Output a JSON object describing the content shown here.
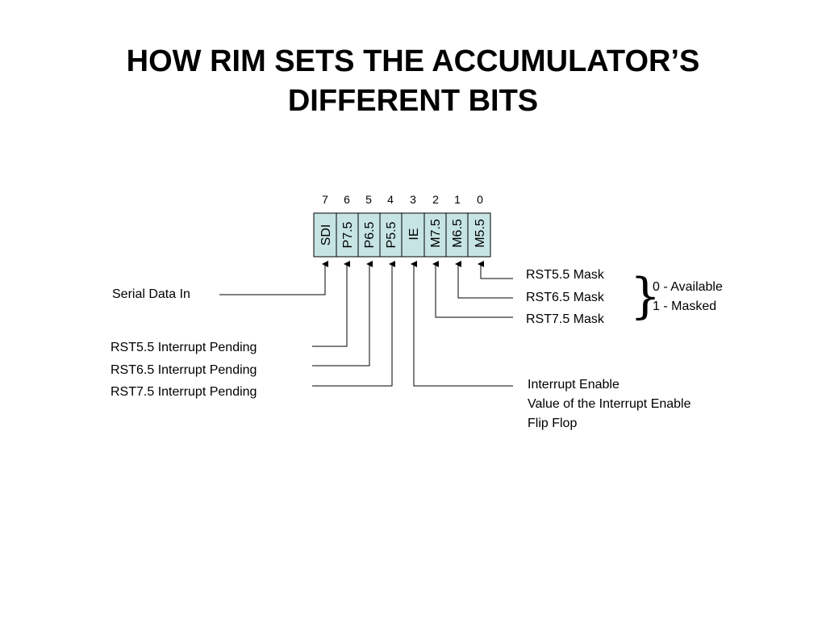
{
  "title": {
    "line1": "HOW RIM SETS THE ACCUMULATOR’S",
    "line2": "DIFFERENT BITS"
  },
  "register": {
    "bit_numbers": [
      "7",
      "6",
      "5",
      "4",
      "3",
      "2",
      "1",
      "0"
    ],
    "cells": [
      "SDI",
      "P7.5",
      "P6.5",
      "P5.5",
      "IE",
      "M7.5",
      "M6.5",
      "M5.5"
    ],
    "cell_fill": "#c6e4e4"
  },
  "labels": {
    "serial_data_in": "Serial Data In",
    "rst55_pending": "RST5.5 Interrupt Pending",
    "rst65_pending": "RST6.5 Interrupt Pending",
    "rst75_pending": "RST7.5 Interrupt Pending",
    "rst55_mask": "RST5.5 Mask",
    "rst65_mask": "RST6.5 Mask",
    "rst75_mask": "RST7.5 Mask",
    "brace": "}",
    "available": "0 - Available",
    "masked": "1 - Masked",
    "ie_line1": "Interrupt Enable",
    "ie_line2": "Value of the Interrupt Enable",
    "ie_line3": "Flip Flop"
  }
}
